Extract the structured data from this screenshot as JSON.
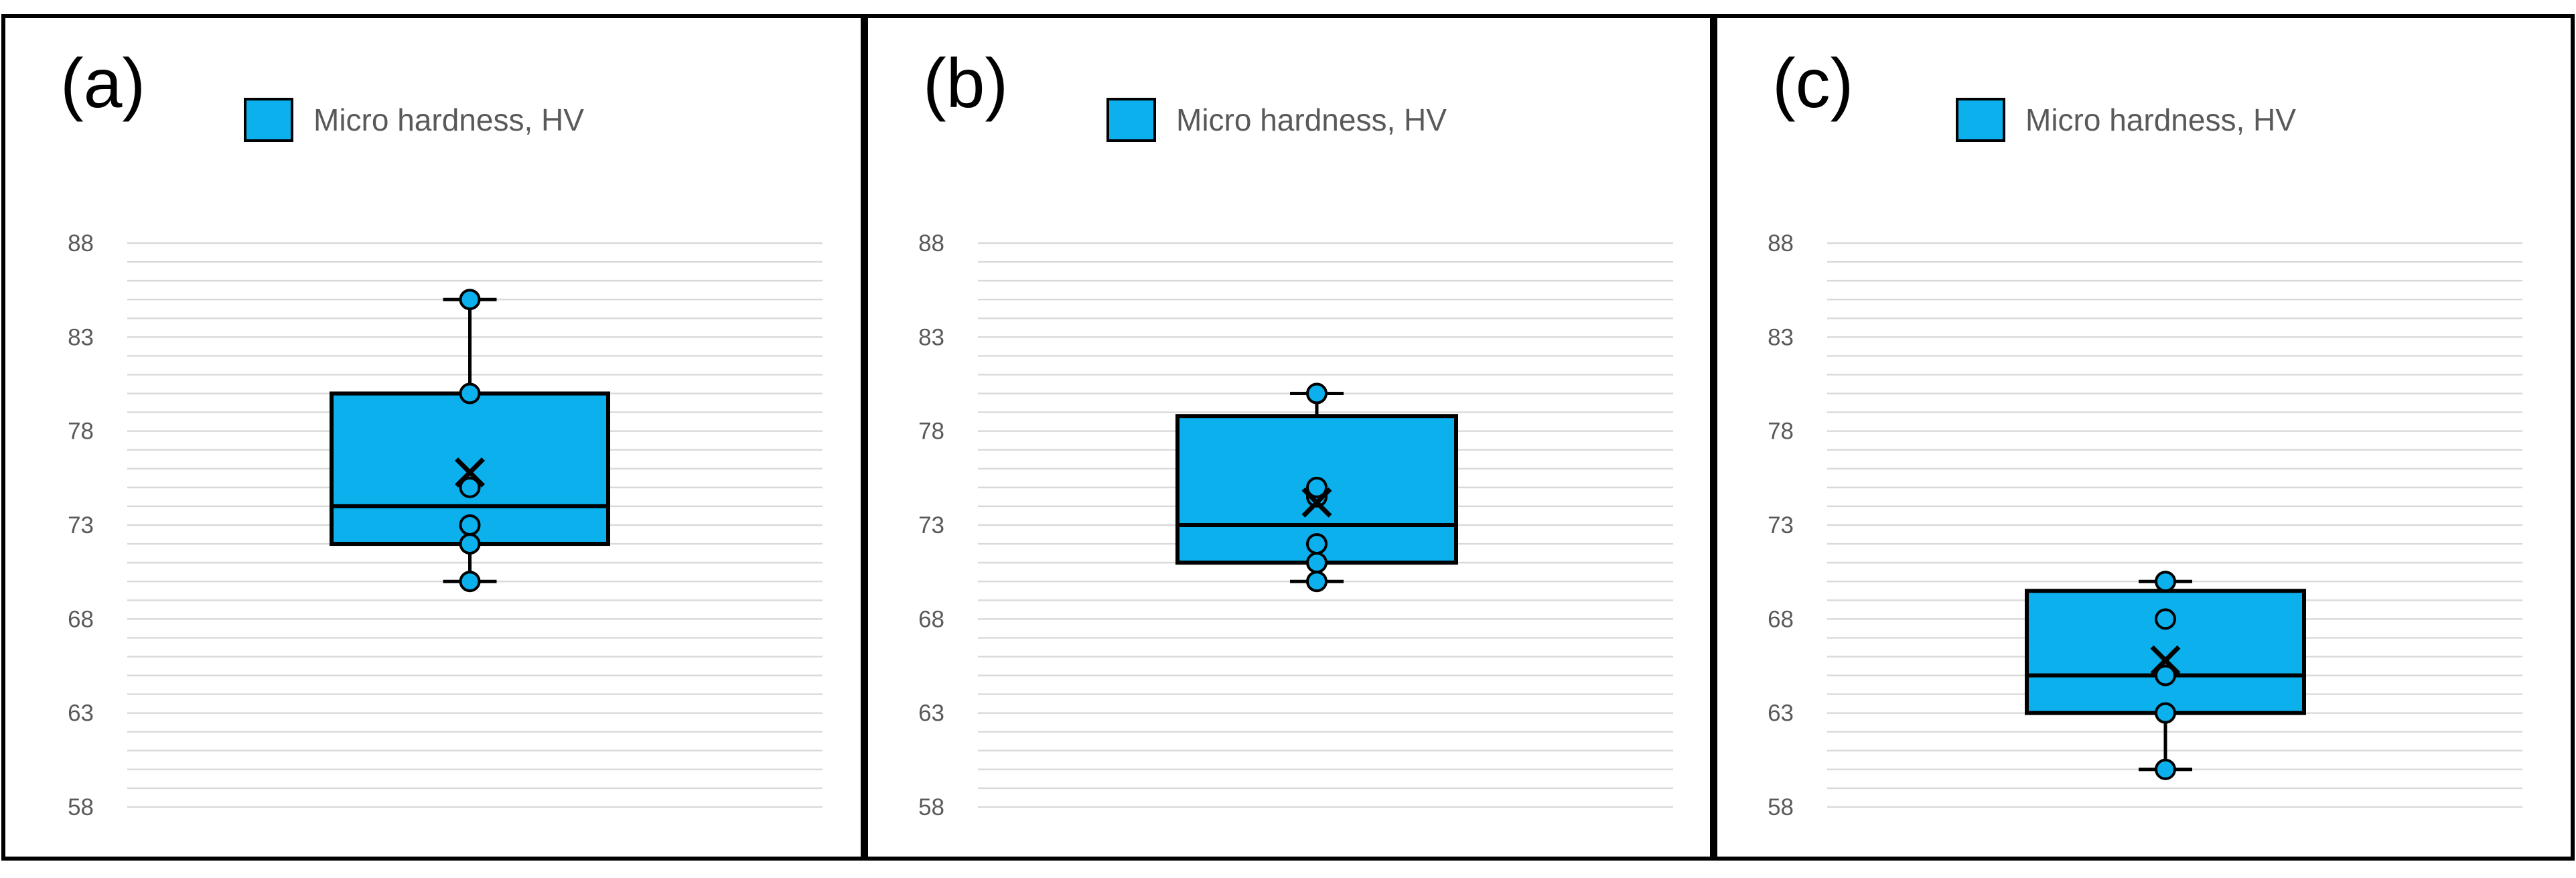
{
  "figure": {
    "colors": {
      "box_fill": "#0bb0ec",
      "outline": "#000000",
      "gridline": "#d9d9d9",
      "tick_text": "#595959",
      "legend_text": "#595959",
      "panel_border": "#000000"
    }
  },
  "chart_data": [
    {
      "type": "boxplot",
      "panel_label": "(a)",
      "legend": "Micro hardness, HV",
      "ylim": [
        58,
        88
      ],
      "yticks": [
        "88",
        "83",
        "78",
        "73",
        "68",
        "63",
        "58"
      ],
      "grid": true,
      "grid_minor_step": 1,
      "series": [
        {
          "name": "Micro hardness, HV",
          "whisker_low": 70,
          "q1": 72,
          "median": 74,
          "q3": 80,
          "whisker_high": 85,
          "mean": 75.8,
          "points": [
            70,
            72,
            73,
            75,
            80,
            85
          ]
        }
      ]
    },
    {
      "type": "boxplot",
      "panel_label": "(b)",
      "legend": "Micro hardness, HV",
      "ylim": [
        58,
        88
      ],
      "yticks": [
        "88",
        "83",
        "78",
        "73",
        "68",
        "63",
        "58"
      ],
      "grid": true,
      "grid_minor_step": 1,
      "series": [
        {
          "name": "Micro hardness, HV",
          "whisker_low": 70,
          "q1": 71,
          "median": 73,
          "q3": 78.8,
          "whisker_high": 80,
          "mean": 74.2,
          "points": [
            70,
            71,
            72,
            74.5,
            75,
            80
          ]
        }
      ]
    },
    {
      "type": "boxplot",
      "panel_label": "(c)",
      "legend": "Micro hardness, HV",
      "ylim": [
        58,
        88
      ],
      "yticks": [
        "88",
        "83",
        "78",
        "73",
        "68",
        "63",
        "58"
      ],
      "grid": true,
      "grid_minor_step": 1,
      "series": [
        {
          "name": "Micro hardness, HV",
          "whisker_low": 60,
          "q1": 63,
          "median": 65,
          "q3": 69.5,
          "whisker_high": 70,
          "mean": 65.8,
          "points": [
            60,
            63,
            65,
            68,
            70
          ]
        }
      ]
    }
  ]
}
